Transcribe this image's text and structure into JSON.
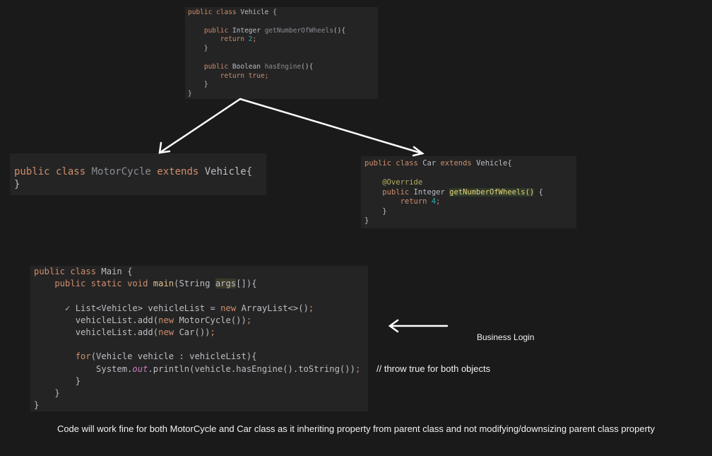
{
  "vehicle_code": [
    [
      [
        "public class ",
        "k"
      ],
      [
        "Vehicle {",
        "i"
      ]
    ],
    [],
    [
      [
        "    public ",
        "k"
      ],
      [
        "Integer ",
        "i"
      ],
      [
        "getNumberOfWheels",
        "m"
      ],
      [
        "(){",
        "i"
      ]
    ],
    [
      [
        "        return ",
        "k"
      ],
      [
        "2",
        "n"
      ],
      [
        ";",
        "k"
      ]
    ],
    [
      [
        "    }",
        "i"
      ]
    ],
    [],
    [
      [
        "    public ",
        "k"
      ],
      [
        "Boolean ",
        "i"
      ],
      [
        "hasEngine",
        "m"
      ],
      [
        "(){",
        "i"
      ]
    ],
    [
      [
        "        return true",
        "k"
      ],
      [
        ";",
        "k"
      ]
    ],
    [
      [
        "    }",
        "i"
      ]
    ],
    [
      [
        "}",
        "i"
      ]
    ]
  ],
  "motorcycle_code": [
    [
      [
        "public class ",
        "k"
      ],
      [
        "MotorCycle ",
        "m"
      ],
      [
        "extends ",
        "k"
      ],
      [
        "Vehicle{",
        "i"
      ]
    ],
    [
      [
        "}",
        "i"
      ]
    ]
  ],
  "car_code": [
    [
      [
        "public class ",
        "k"
      ],
      [
        "Car ",
        "i"
      ],
      [
        "extends ",
        "k"
      ],
      [
        "Vehicle{",
        "i"
      ]
    ],
    [],
    [
      [
        "    @Override",
        "a"
      ]
    ],
    [
      [
        "    public ",
        "k"
      ],
      [
        "Integer ",
        "i"
      ],
      [
        "getNumberOfWheels()",
        "h"
      ],
      [
        " {",
        "i"
      ]
    ],
    [
      [
        "        return ",
        "k"
      ],
      [
        "4",
        "n"
      ],
      [
        ";",
        "k"
      ]
    ],
    [
      [
        "    }",
        "i"
      ]
    ],
    [
      [
        "}",
        "i"
      ]
    ]
  ],
  "main_code": [
    [
      [
        "public class ",
        "k"
      ],
      [
        "Main {",
        "i"
      ]
    ],
    [
      [
        "    public static void ",
        "k"
      ],
      [
        "main",
        "fn"
      ],
      [
        "(String ",
        "i"
      ],
      [
        "args",
        "hb"
      ],
      [
        "[]){",
        "i"
      ]
    ],
    [],
    [
      [
        "      ✓ ",
        "i"
      ],
      [
        "List<Vehicle> vehicleList = ",
        "i"
      ],
      [
        "new ",
        "k"
      ],
      [
        "ArrayList<>()",
        "i"
      ],
      [
        ";",
        "k"
      ]
    ],
    [
      [
        "        vehicleList.add(",
        "i"
      ],
      [
        "new ",
        "k"
      ],
      [
        "MotorCycle())",
        "i"
      ],
      [
        ";",
        "k"
      ]
    ],
    [
      [
        "        vehicleList.add(",
        "i"
      ],
      [
        "new ",
        "k"
      ],
      [
        "Car())",
        "i"
      ],
      [
        ";",
        "k"
      ]
    ],
    [],
    [
      [
        "        for",
        "k"
      ],
      [
        "(Vehicle vehicle : vehicleList){",
        "i"
      ]
    ],
    [
      [
        "            System.",
        "i"
      ],
      [
        "out",
        "p"
      ],
      [
        ".println(vehicle.hasEngine().toString())",
        "i"
      ],
      [
        ";",
        "k"
      ]
    ],
    [
      [
        "        }",
        "i"
      ]
    ],
    [
      [
        "    }",
        "i"
      ]
    ],
    [
      [
        "}",
        "i"
      ]
    ]
  ],
  "labels": {
    "business": "Business Login",
    "comment": "// throw true for both objects",
    "note": "Code will work fine for both MotorCycle and Car class as it inheriting property from parent class and not modifying/downsizing parent class property"
  }
}
